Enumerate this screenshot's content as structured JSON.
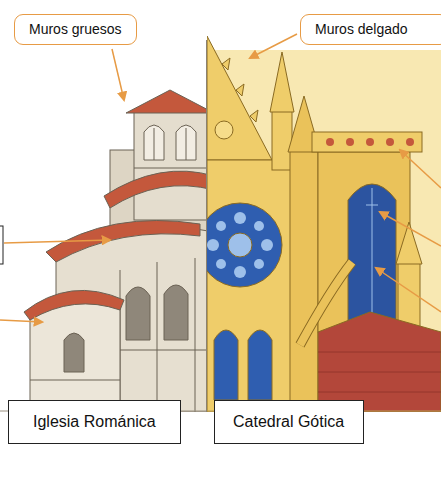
{
  "diagram": {
    "nodes": [
      {
        "text": [
          "Muros gruesos"
        ]
      },
      {
        "text": [
          "Muros delgado"
        ]
      },
      {
        "text": [
          "Iglesia Románica"
        ]
      },
      {
        "text": [
          "Catedral Gótica"
        ]
      }
    ]
  }
}
